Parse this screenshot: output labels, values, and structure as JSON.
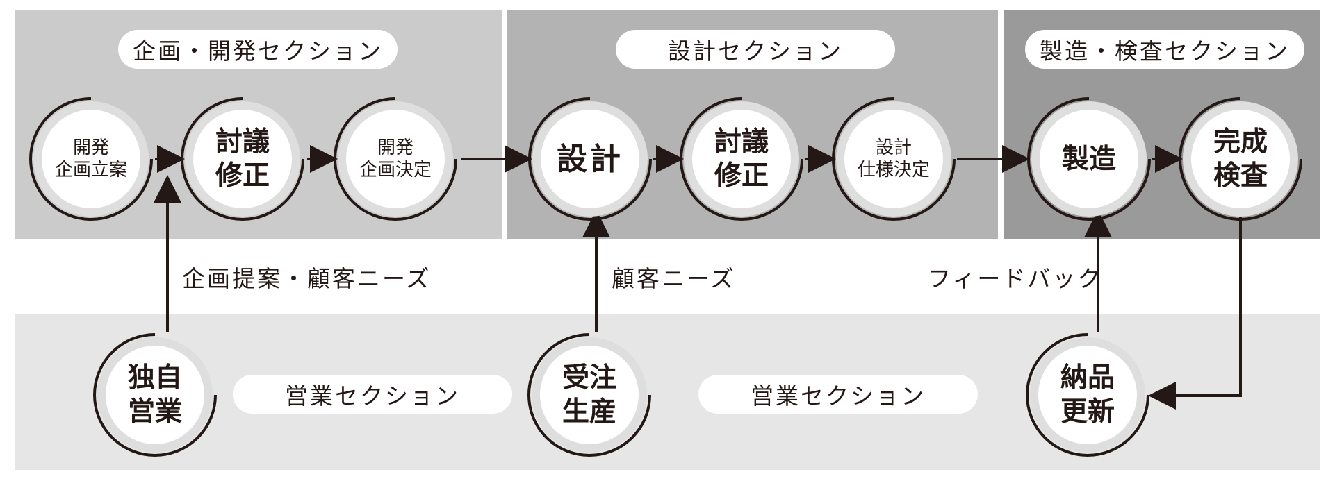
{
  "sections": {
    "planning": {
      "label": "企画・開発セクション",
      "color": "#cbcbcb"
    },
    "design": {
      "label": "設計セクション",
      "color": "#b3b3b3"
    },
    "manufacturing": {
      "label": "製造・検査セクション",
      "color": "#9a9a9a"
    },
    "sales_band_color": "#e6e6e6",
    "sales_left": {
      "label": "営業セクション"
    },
    "sales_right": {
      "label": "営業セクション"
    }
  },
  "nodes": {
    "dev_plan": {
      "line1": "開発",
      "line2": "企画立案"
    },
    "discuss1": {
      "line1": "討議",
      "line2": "修正"
    },
    "dev_decision": {
      "line1": "開発",
      "line2": "企画決定"
    },
    "design": {
      "line1": "設計"
    },
    "discuss2": {
      "line1": "討議",
      "line2": "修正"
    },
    "spec_decision": {
      "line1": "設計",
      "line2": "仕様決定"
    },
    "manufacture": {
      "line1": "製造"
    },
    "inspection": {
      "line1": "完成",
      "line2": "検査"
    },
    "own_sales": {
      "line1": "独自",
      "line2": "営業"
    },
    "order_production": {
      "line1": "受注",
      "line2": "生産"
    },
    "delivery_update": {
      "line1": "納品",
      "line2": "更新"
    }
  },
  "labels": {
    "proposal_needs": "企画提案・顧客ニーズ",
    "customer_needs": "顧客ニーズ",
    "feedback": "フィードバック"
  },
  "colors": {
    "ink": "#231815",
    "ring_fill": "#dedede"
  }
}
